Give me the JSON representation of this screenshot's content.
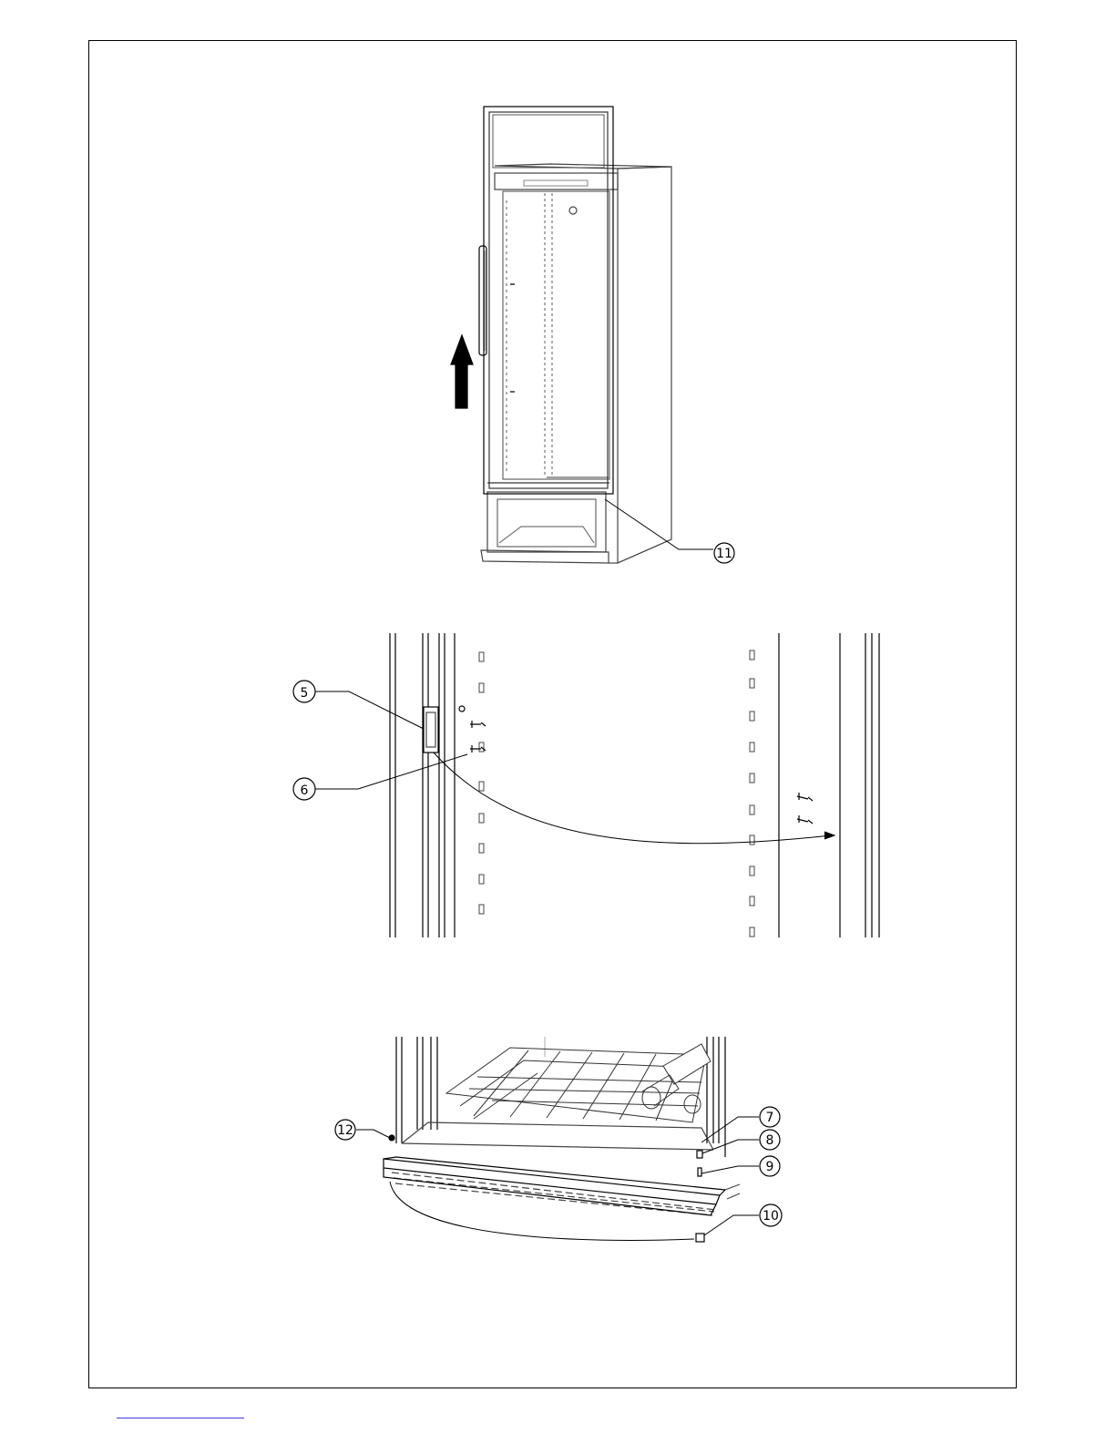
{
  "figure_top": {
    "callouts": [
      {
        "id": "11",
        "label": "11"
      }
    ],
    "arrow_direction": "up"
  },
  "figure_middle": {
    "callouts": [
      {
        "id": "5",
        "label": "5"
      },
      {
        "id": "6",
        "label": "6"
      }
    ]
  },
  "figure_bottom": {
    "callouts": [
      {
        "id": "7",
        "label": "7"
      },
      {
        "id": "8",
        "label": "8"
      },
      {
        "id": "9",
        "label": "9"
      },
      {
        "id": "10",
        "label": "10"
      },
      {
        "id": "12",
        "label": "12"
      }
    ]
  },
  "colors": {
    "line": "#000000",
    "gray_line": "#555555",
    "footer_link": "#3b3bd6"
  }
}
